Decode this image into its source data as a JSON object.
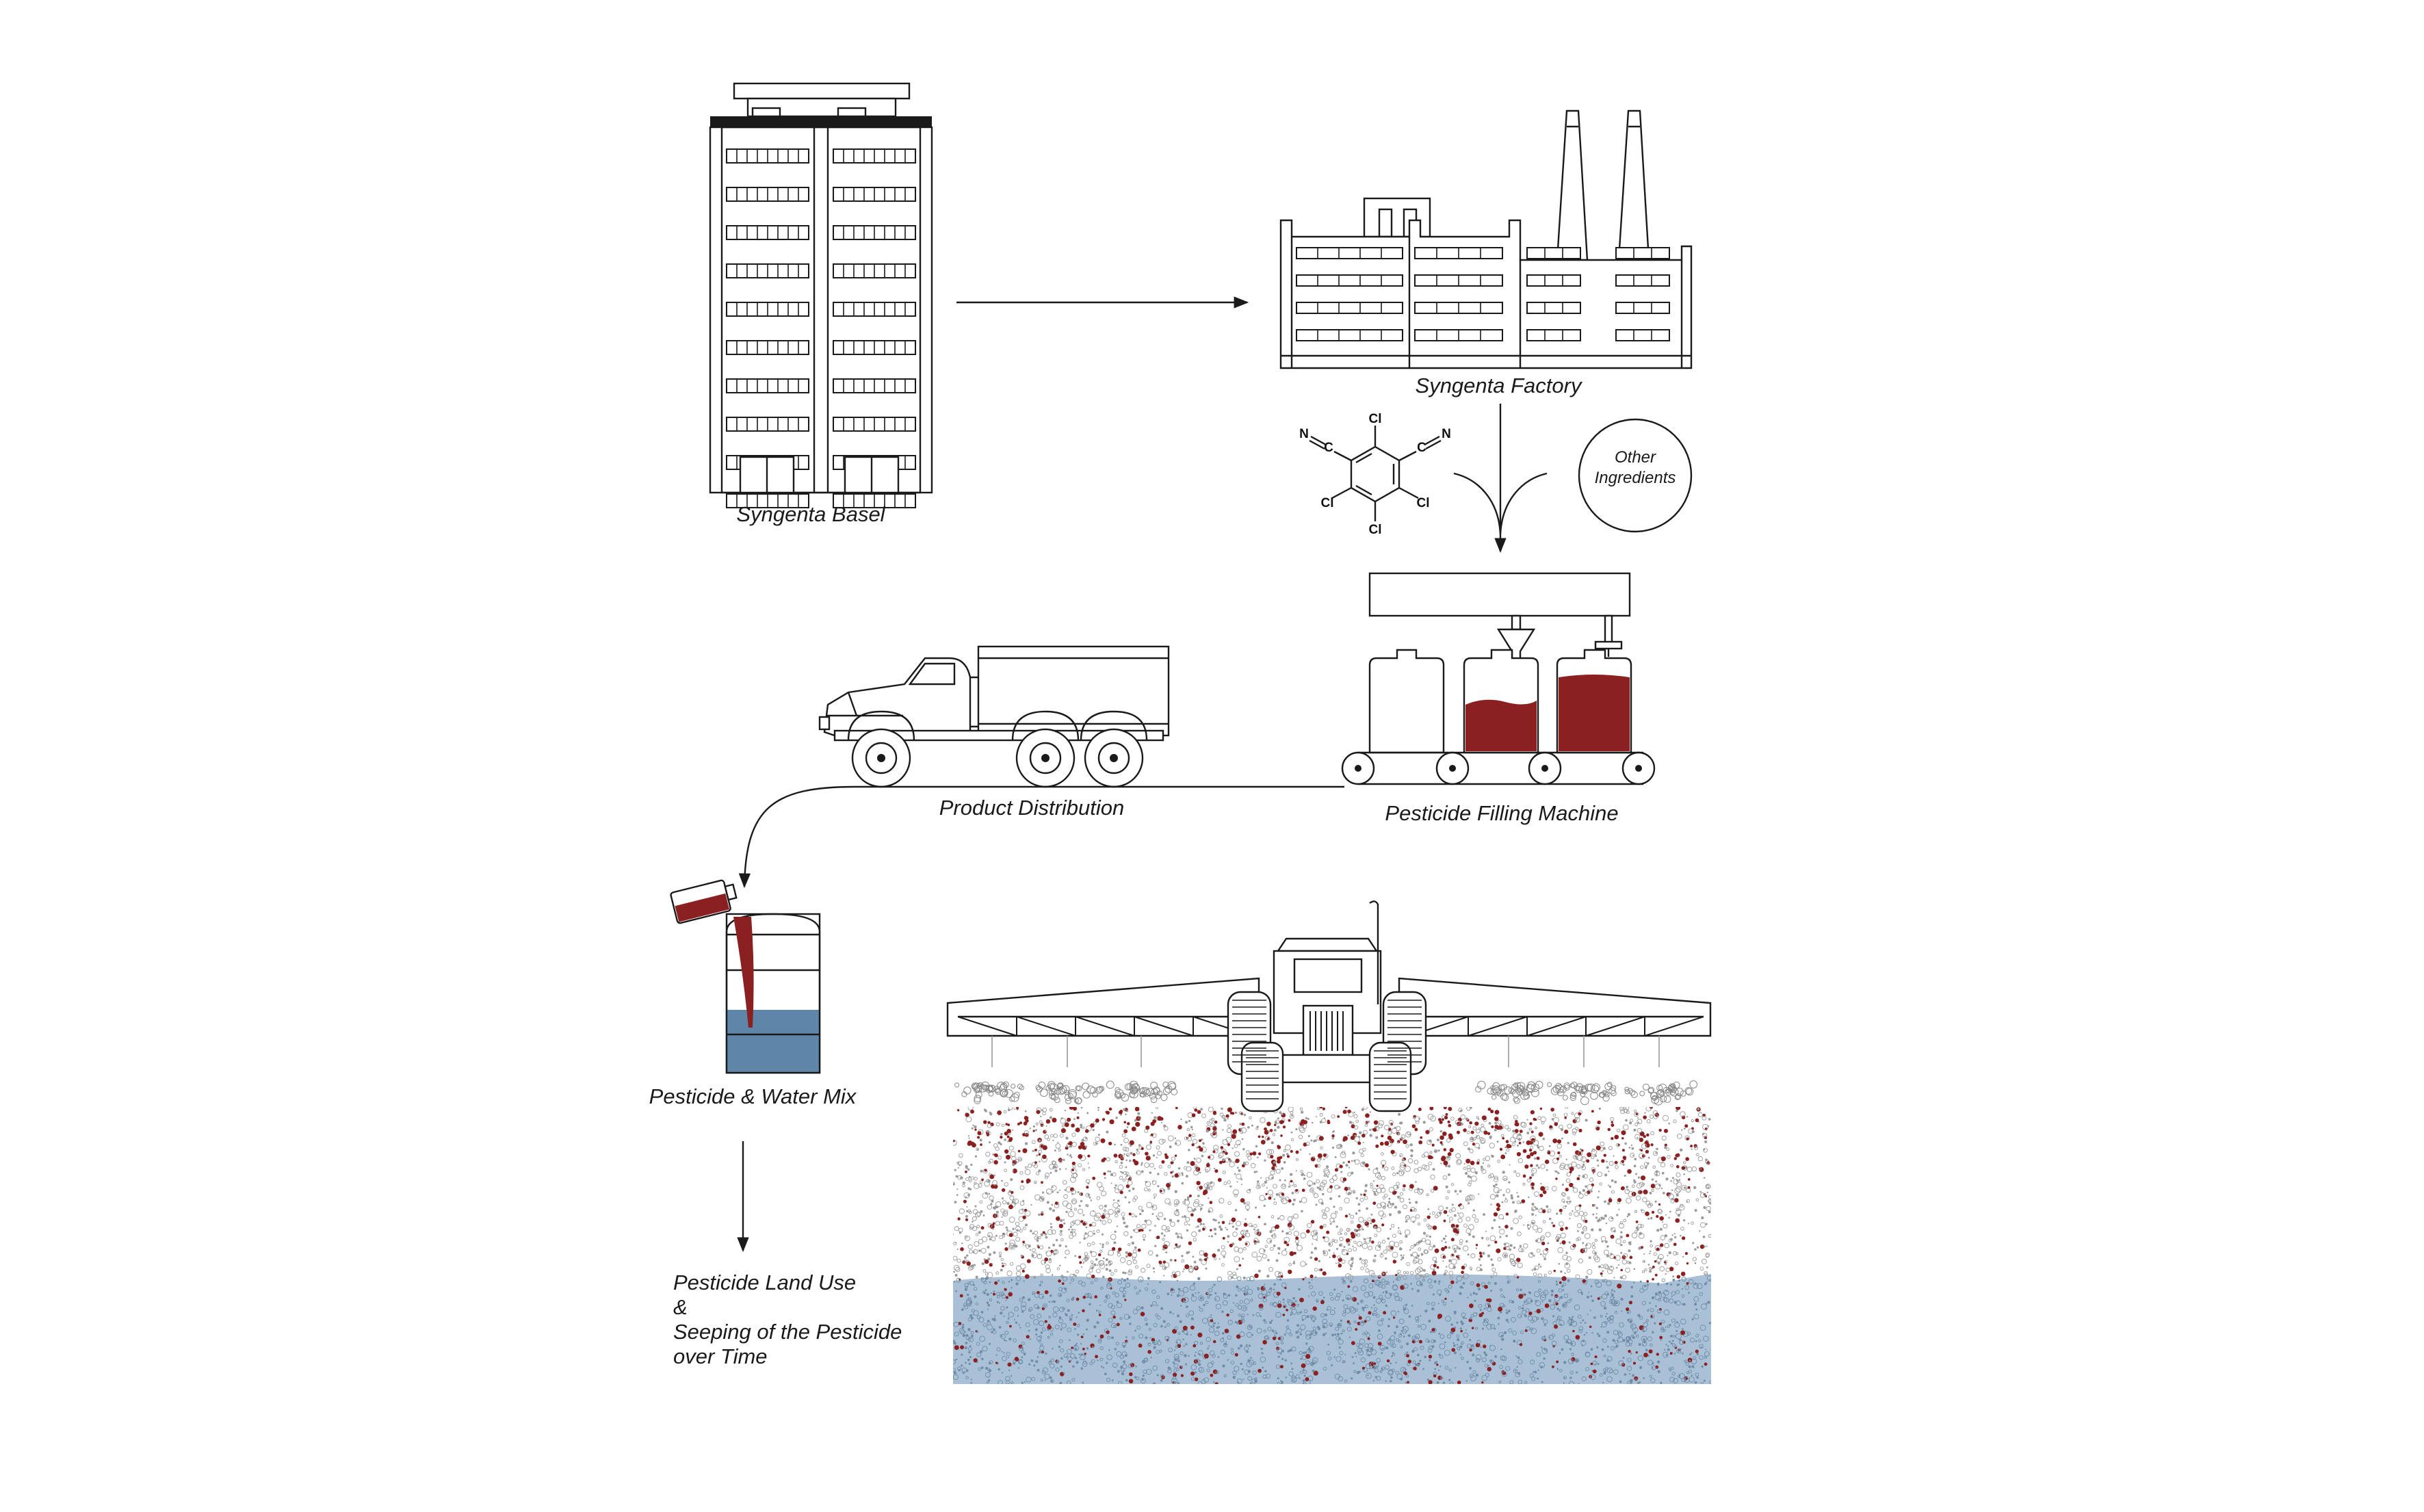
{
  "labels": {
    "basel": "Syngenta Basel",
    "factory": "Syngenta Factory",
    "other_ingredients_line1": "Other",
    "other_ingredients_line2": "Ingredients",
    "filling_machine": "Pesticide Filling Machine",
    "distribution": "Product Distribution",
    "water_mix": "Pesticide & Water Mix",
    "land_use_line1": "Pesticide Land Use",
    "land_use_line2": "&",
    "land_use_line3": "Seeping of the Pesticide",
    "land_use_line4": "over Time"
  },
  "chemical_atoms": {
    "cl": "Cl",
    "n": "N",
    "c": "C"
  },
  "colors": {
    "ink": "#1a1a1a",
    "pesticide": "#8b2020",
    "water": "#5f86a8",
    "groundwater": "#a9c0d6"
  }
}
